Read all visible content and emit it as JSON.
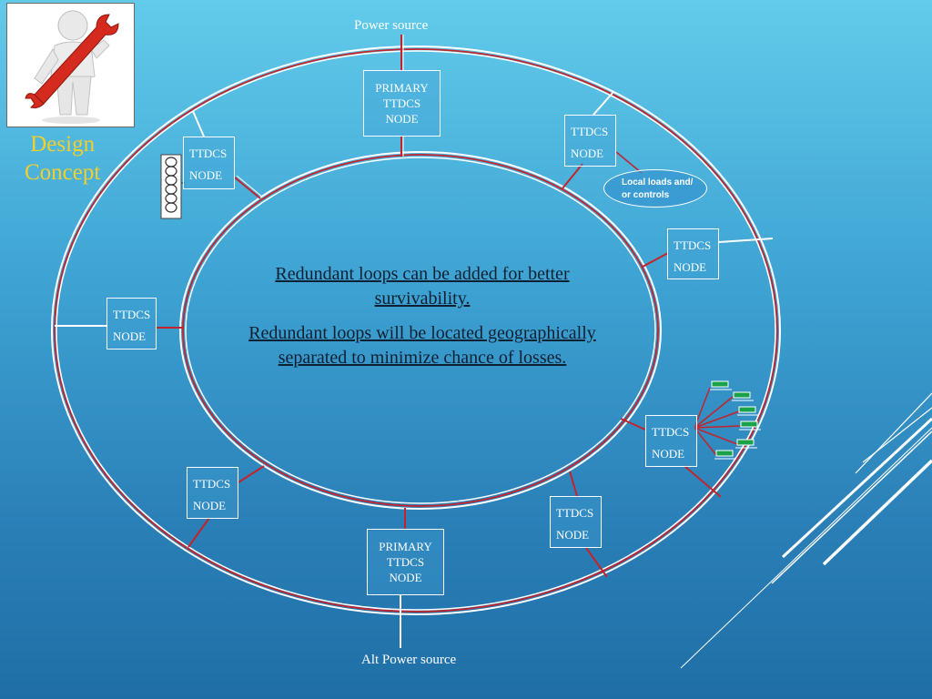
{
  "slide": {
    "title_lines": [
      "Design",
      "Concept"
    ],
    "power_source": "Power source",
    "alt_power_source": "Alt Power source",
    "local_loads": [
      "Local loads and/",
      "or controls"
    ],
    "statements": [
      "Redundant loops can be added for better survivability.",
      "Redundant loops will be located geographically separated to minimize chance of losses."
    ]
  },
  "nodes": {
    "primary_top": [
      "PRIMARY",
      "TTDCS",
      "NODE"
    ],
    "primary_bottom": [
      "PRIMARY",
      "TTDCS",
      "NODE"
    ],
    "upper_left": [
      "TTDCS",
      "NODE"
    ],
    "upper_right": [
      "TTDCS",
      "NODE"
    ],
    "right": [
      "TTDCS",
      "NODE"
    ],
    "left": [
      "TTDCS",
      "NODE"
    ],
    "lower_right": [
      "TTDCS",
      "NODE"
    ],
    "lower_left": [
      "TTDCS",
      "NODE"
    ],
    "bottom_right": [
      "TTDCS",
      "NODE"
    ]
  },
  "colors": {
    "ring_white": "#ffffff",
    "ring_red": "#c4232b",
    "title": "#f2cf2a",
    "text_dark": "#102033",
    "load_green": "#1aa24a"
  },
  "icons": {
    "logo": "figure-with-wrench-icon",
    "coil": "coil-device-icon",
    "loads": "led-load-icon"
  }
}
